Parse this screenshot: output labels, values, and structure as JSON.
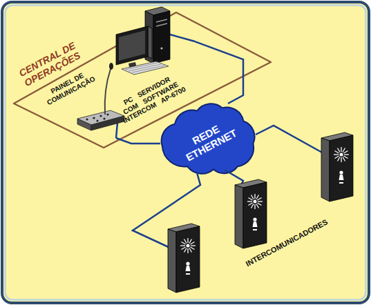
{
  "diagram": {
    "nodes": [
      {
        "text": [
          "CENTRAL DE OPERAÇÕES"
        ]
      },
      {
        "text": [
          "PAINEL DE COMUNICAÇÃO"
        ],
        "in": 0
      },
      {
        "text": [
          "PC SERVIDOR COM SOFTWARE INTERCOM AP-6700"
        ],
        "in": 0
      },
      {
        "text": [
          "REDE ETHERNET"
        ]
      }
    ],
    "edges": [
      {
        "from": 1,
        "to": 3,
        "arrow": "none"
      },
      {
        "from": 2,
        "to": 3,
        "arrow": "none"
      }
    ],
    "labels": [
      "INTERCOMUNICADORES"
    ]
  }
}
